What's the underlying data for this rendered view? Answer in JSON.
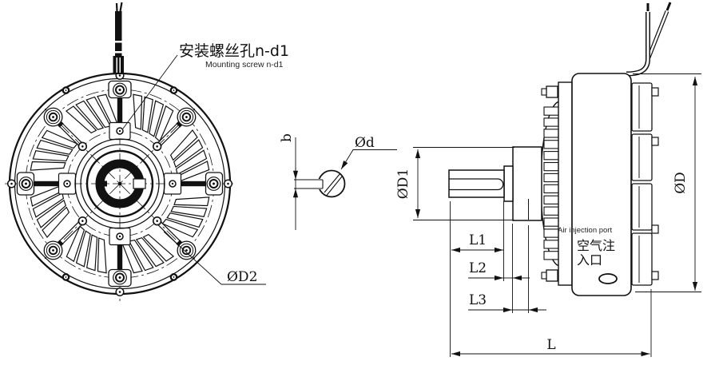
{
  "front_view": {
    "mounting_screw_cn": "安装螺丝孔n-d1",
    "mounting_screw_en": "Mounting screw n-d1",
    "dim_D2": "ØD2"
  },
  "key_section": {
    "dim_b": "b",
    "dim_d": "Ød"
  },
  "side_view": {
    "air_port_en": "Air injection port",
    "air_port_cn1": "空气注",
    "air_port_cn2": "入口",
    "dim_D1": "ØD1",
    "dim_D": "ØD",
    "dim_L1": "L1",
    "dim_L2": "L2",
    "dim_L3": "L3",
    "dim_L": "L"
  },
  "colors": {
    "line": "#111111",
    "background": "#ffffff"
  }
}
